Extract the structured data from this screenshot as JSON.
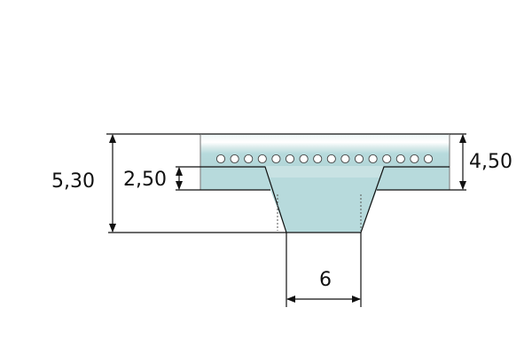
{
  "dimensions": {
    "total_height": "5,30",
    "band_height": "2,50",
    "top_height": "4,50",
    "rib_width": "6"
  },
  "colors": {
    "belt_fill": "#b7dadc",
    "line": "#111111"
  },
  "cord_count": 16
}
